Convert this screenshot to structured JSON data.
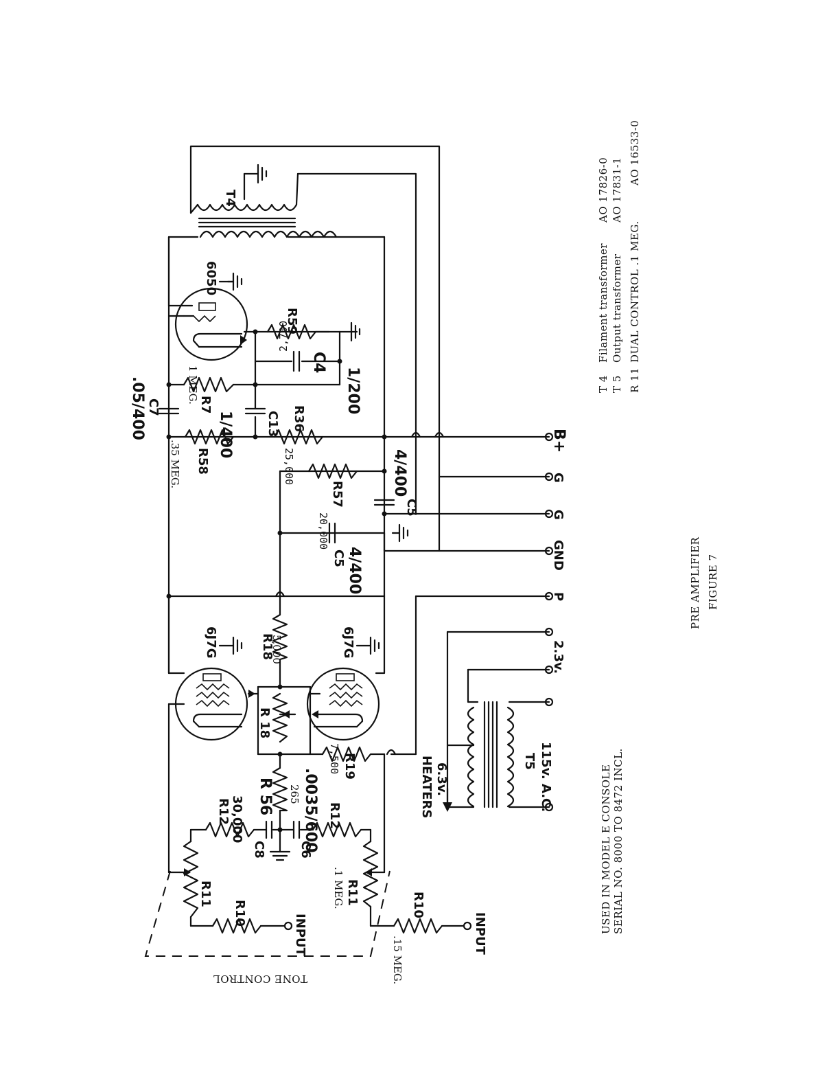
{
  "figure": {
    "title": "PRE AMPLIFIER",
    "number": "FIGURE 7",
    "used_in_line1": "USED IN MODEL E CONSOLE",
    "used_in_line2": "SERIAL NO. 8000 TO 8472 INCL.",
    "tone_control": "TONE CONTROL"
  },
  "parts_list": [
    {
      "ref": "T 4",
      "desc": "Filament transformer",
      "part": "AO 17826-0"
    },
    {
      "ref": "T 5",
      "desc": "Output transformer",
      "part": "AO 17831-1"
    },
    {
      "ref": "R 11",
      "desc": "DUAL CONTROL  .1 MEG.",
      "part": "AO 16533-0"
    }
  ],
  "terminals": {
    "input_left": "INPUT",
    "input_right": "INPUT",
    "t_23": "2.3v.",
    "t_p": "P",
    "t_gnd": "GND",
    "t_g1": "G",
    "t_g2": "G",
    "t_b": "B+"
  },
  "tubes": {
    "v1": "6J7G",
    "v2": "6J7G",
    "v3": "6050"
  },
  "transformers": {
    "t4": "T4",
    "t5": "T5",
    "t5_primary": "115v. A.C.",
    "heaters": "HEATERS",
    "heaters_v": "6.3v."
  },
  "components": {
    "r10a": "R10",
    "r10b": "R10",
    "r11a": "R11",
    "r11b": "R11",
    "r11b_val": ".1 MEG.",
    "r10b_val": ".15 MEG.",
    "r12a": "R12",
    "r12a_val": "30,000",
    "r12b": "R12",
    "c8": "C8",
    "c6": "C6",
    "c6_val": ".0035/600",
    "r56": "R 56",
    "r56_val": "265",
    "r18a": "R 18",
    "r18b": "R18",
    "r18b_val": "5,000",
    "r19": "R19",
    "r19_val": "7,500",
    "c5a": "C5",
    "c5a_val": "4/400",
    "r57_val": "20,000",
    "r57": "R57",
    "c5b": "C5",
    "c5b_val": "4/400",
    "r58": "R58",
    "r58_val": ".35 MEG.",
    "r36": "R36",
    "r36_val": "25,000",
    "c7": "C7",
    "c7_val": ".05/400",
    "r7": "R7",
    "r7_val": "1 MEG.",
    "c13": "C13",
    "c13_val": "1/400",
    "c4": "C4",
    "c4_val": "1/200",
    "r59": "R59",
    "r59_val": "2,700"
  }
}
